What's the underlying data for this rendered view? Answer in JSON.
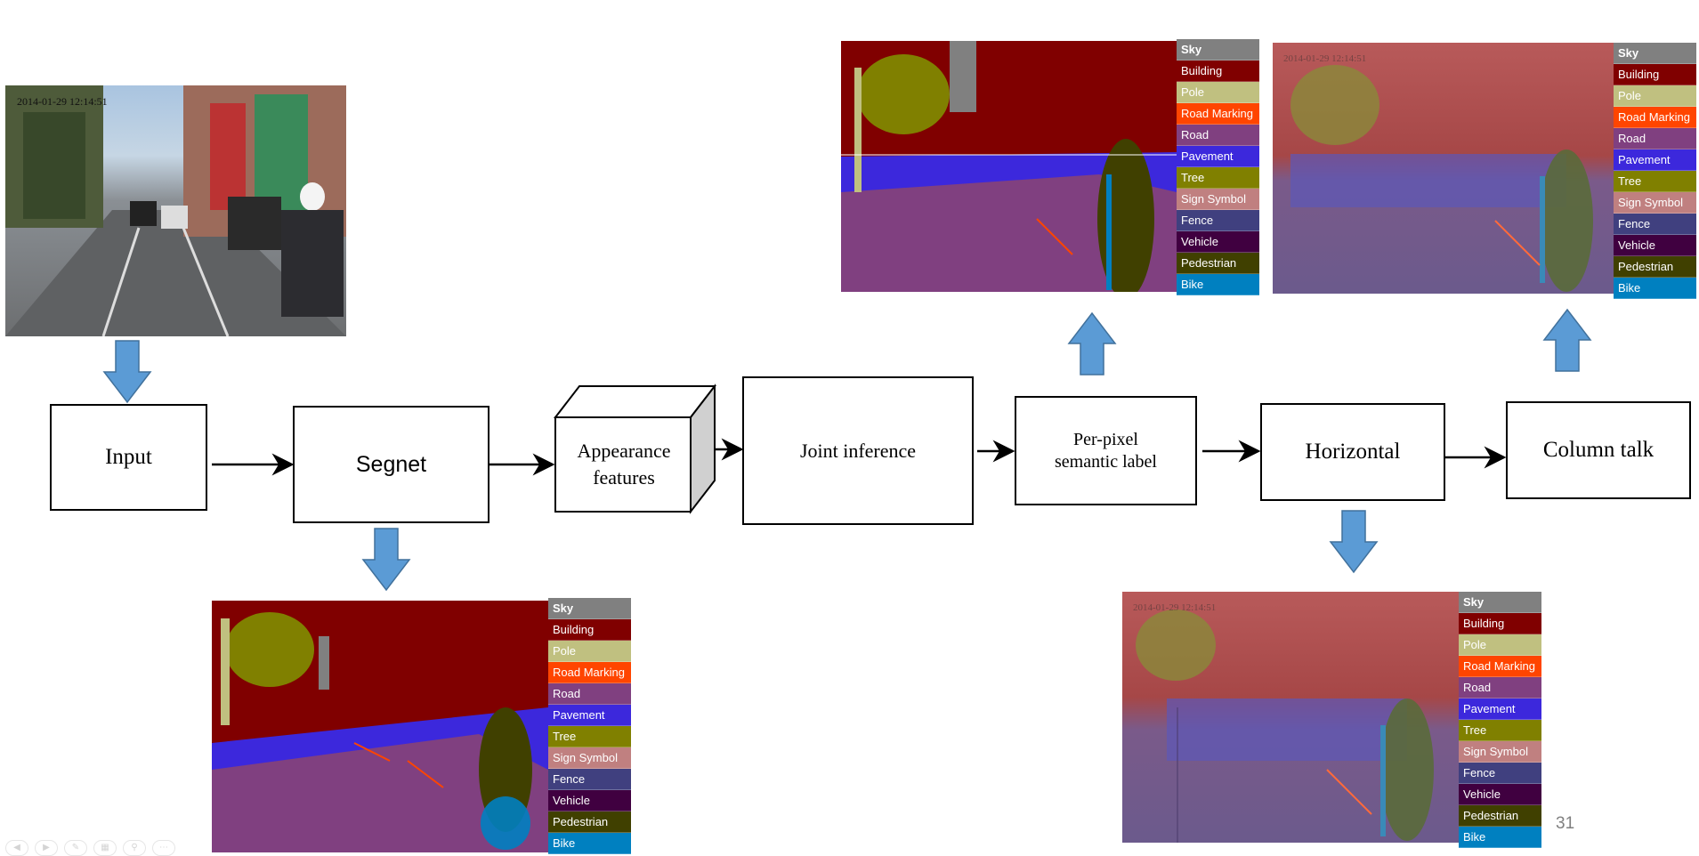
{
  "nodes": {
    "input": "Input",
    "segnet": "Segnet",
    "appearance": "Appearance features",
    "joint": "Joint inference",
    "perpixel": "Per-pixel semantic label",
    "horizontal": "Horizontal",
    "column": "Column talk"
  },
  "photo_timestamp": "2014-01-29 12:14:51",
  "overlay_timestamp": "2014-01-29 12:14:51",
  "legend_labels": [
    "Sky",
    "Building",
    "Pole",
    "Road Marking",
    "Road",
    "Pavement",
    "Tree",
    "Sign Symbol",
    "Fence",
    "Vehicle",
    "Pedestrian",
    "Bike"
  ],
  "legend_colors": [
    "#808080",
    "#800000",
    "#C0C080",
    "#FF4500",
    "#804080",
    "#3C28DC",
    "#808000",
    "#C08080",
    "#40407F",
    "#400040",
    "#404000",
    "#0080C0"
  ],
  "slide_number": "31"
}
